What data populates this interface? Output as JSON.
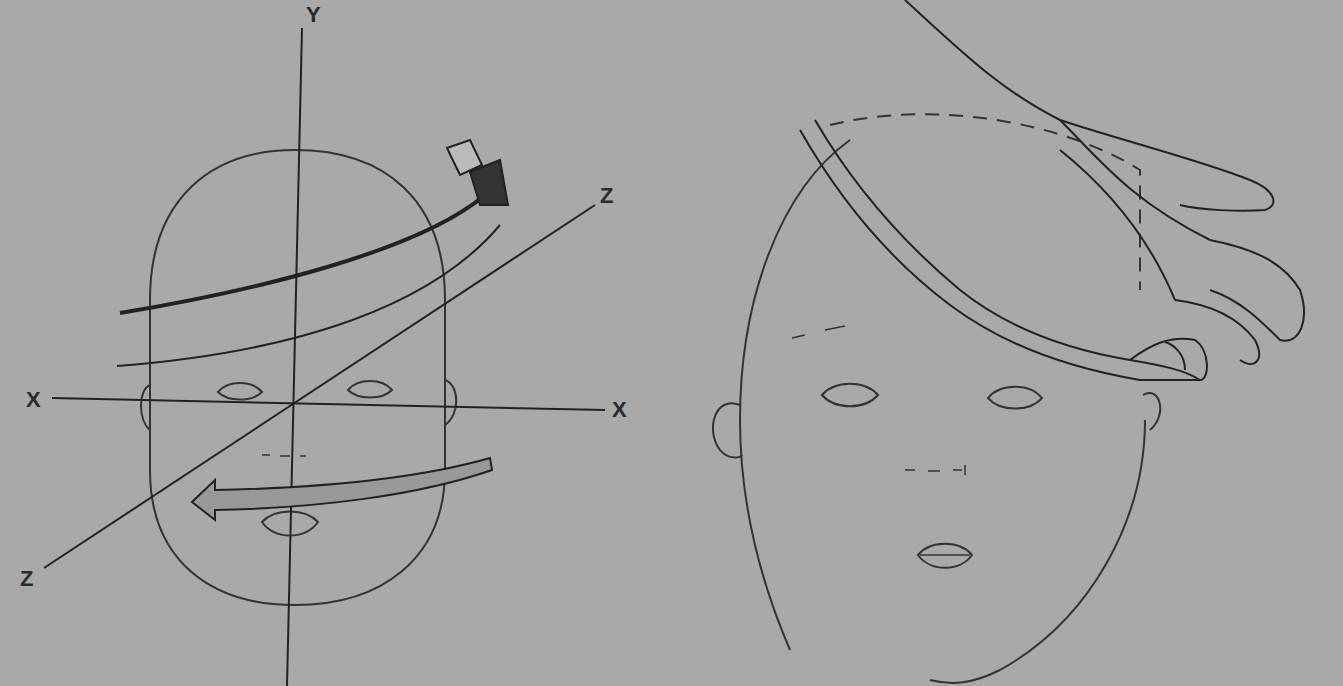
{
  "diagram": {
    "labels": [
      "Y",
      "X",
      "X",
      "Z",
      "Z"
    ]
  }
}
